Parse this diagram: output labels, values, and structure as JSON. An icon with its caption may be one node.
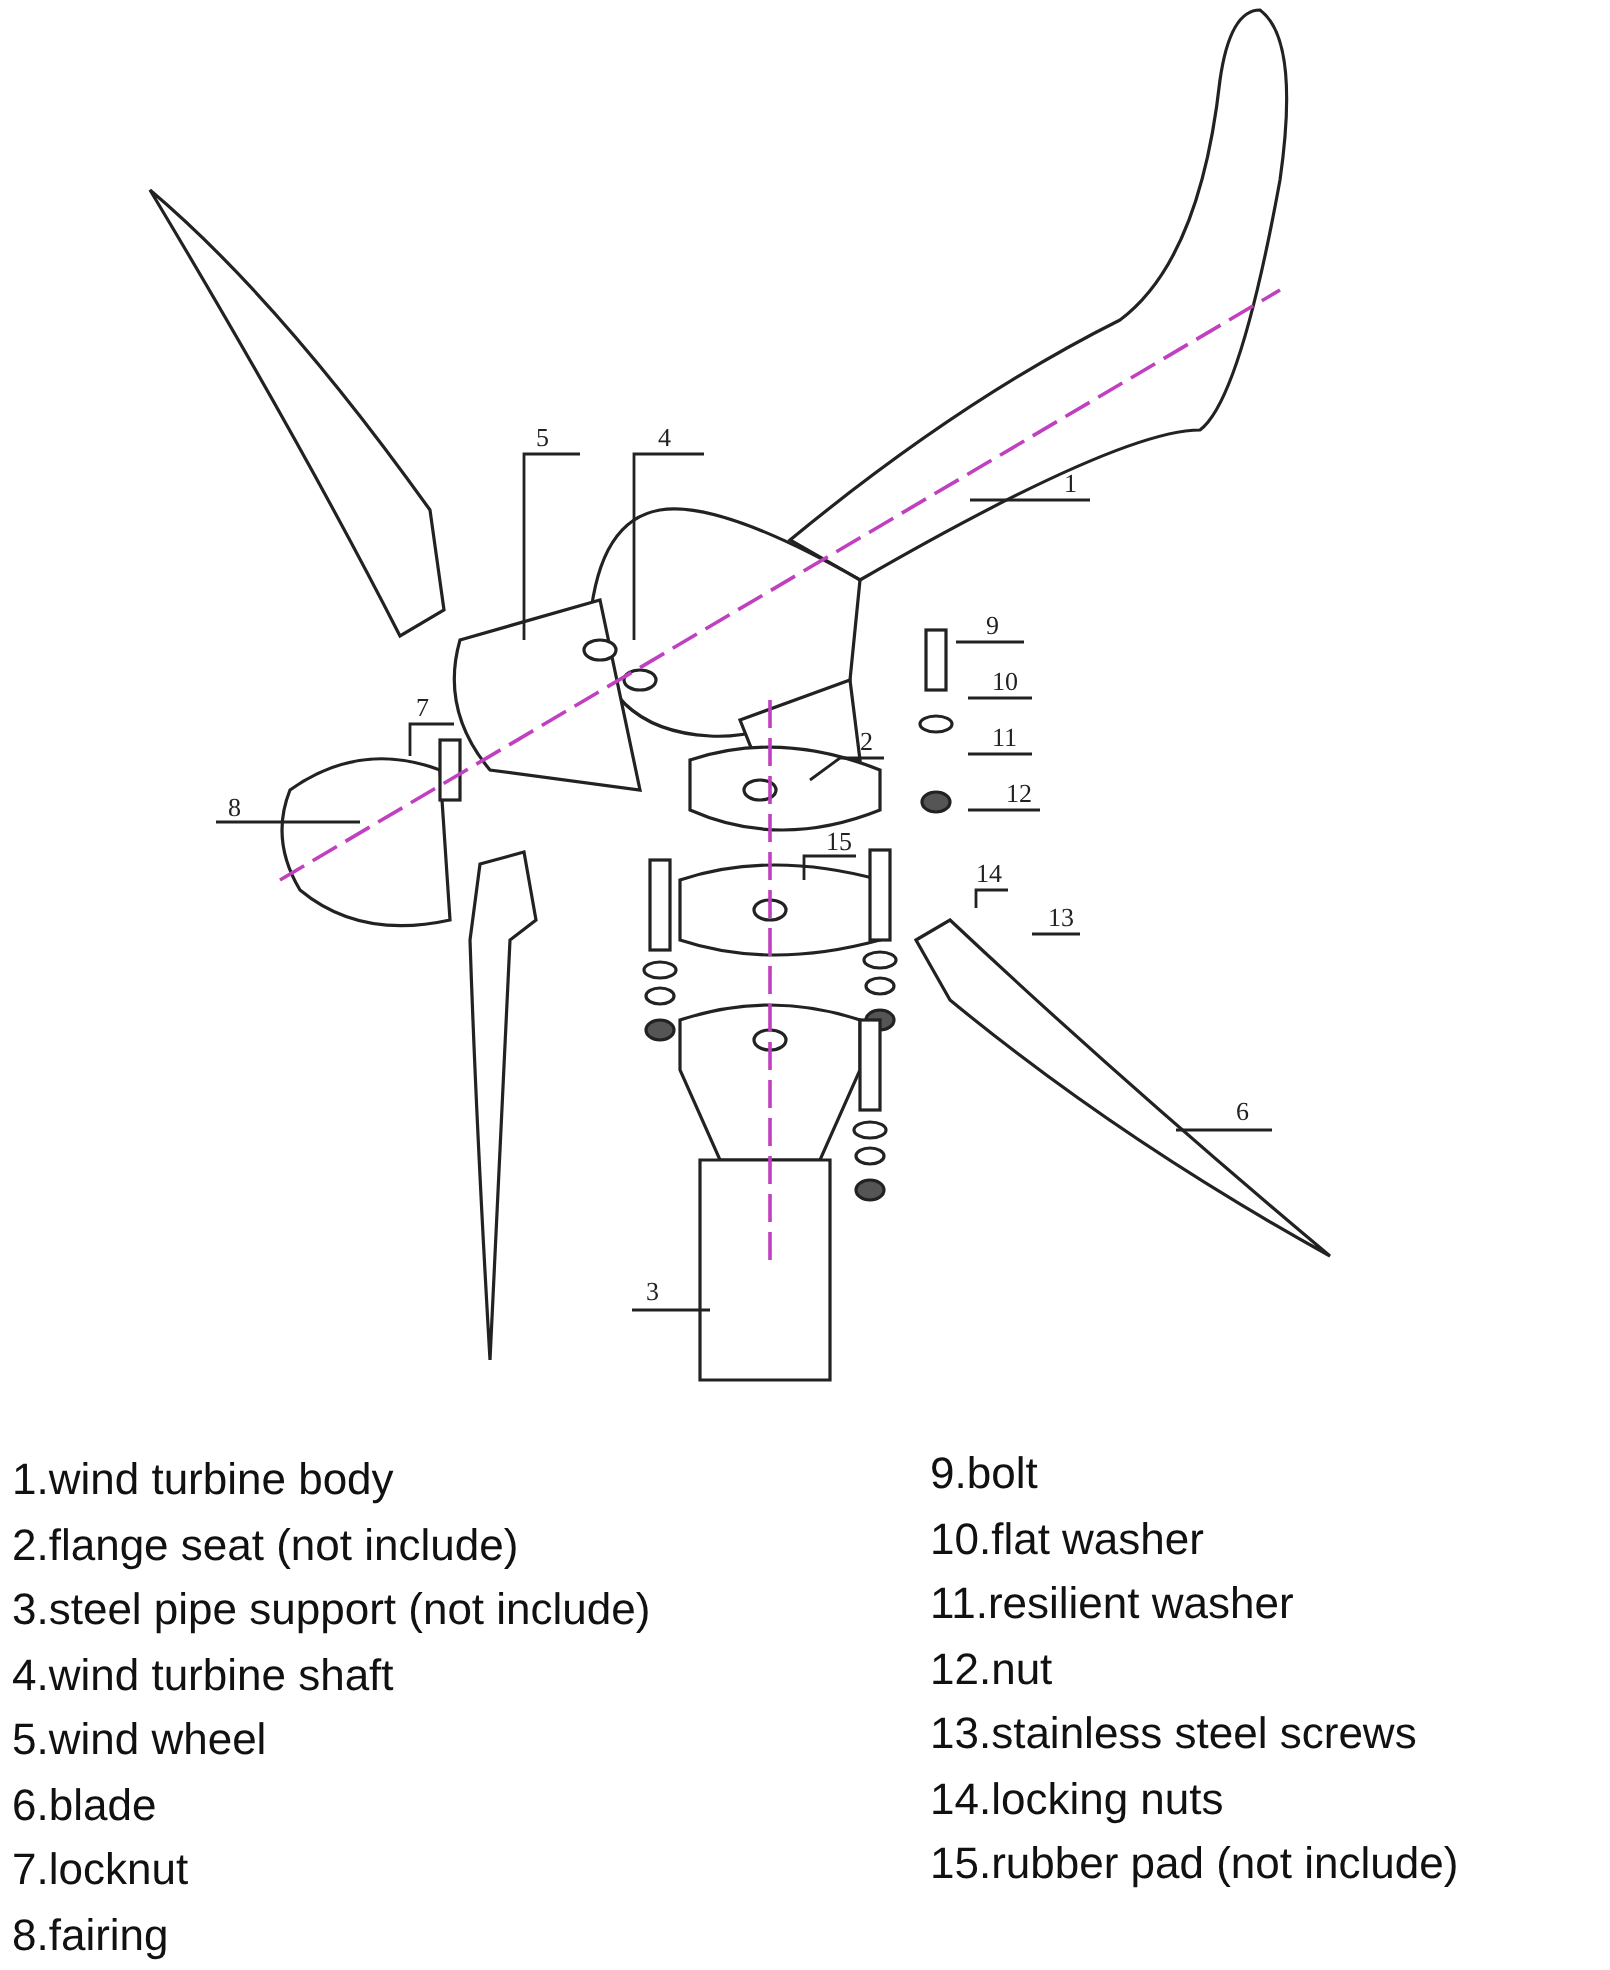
{
  "diagram": {
    "nodes": [
      {
        "text": [
          "5"
        ]
      },
      {
        "text": [
          "4"
        ]
      },
      {
        "text": [
          "1"
        ]
      },
      {
        "text": [
          "9"
        ]
      },
      {
        "text": [
          "10"
        ]
      },
      {
        "text": [
          "7"
        ]
      },
      {
        "text": [
          "2"
        ]
      },
      {
        "text": [
          "11"
        ]
      },
      {
        "text": [
          "8"
        ]
      },
      {
        "text": [
          "12"
        ]
      },
      {
        "text": [
          "15"
        ]
      },
      {
        "text": [
          "14"
        ]
      },
      {
        "text": [
          "13"
        ]
      },
      {
        "text": [
          "6"
        ]
      },
      {
        "text": [
          "3"
        ]
      }
    ],
    "edges": [
      {
        "from": 0,
        "to": null,
        "arrow": "none"
      },
      {
        "from": 1,
        "to": null,
        "arrow": "none"
      },
      {
        "from": 2,
        "to": null,
        "arrow": "none"
      },
      {
        "from": 3,
        "to": null,
        "arrow": "none"
      },
      {
        "from": 4,
        "to": null,
        "arrow": "none"
      },
      {
        "from": 5,
        "to": null,
        "arrow": "none"
      },
      {
        "from": 6,
        "to": null,
        "arrow": "none"
      },
      {
        "from": 7,
        "to": null,
        "arrow": "none"
      },
      {
        "from": 8,
        "to": null,
        "arrow": "none"
      },
      {
        "from": 9,
        "to": null,
        "arrow": "none"
      },
      {
        "from": 10,
        "to": null,
        "arrow": "none"
      },
      {
        "from": 11,
        "to": null,
        "arrow": "none"
      },
      {
        "from": 12,
        "to": null,
        "arrow": "none"
      },
      {
        "from": 13,
        "to": null,
        "arrow": "none"
      },
      {
        "from": 14,
        "to": null,
        "arrow": "none"
      }
    ],
    "labels": [
      "1.wind turbine body",
      "2.flange seat (not include)",
      "3.steel pipe support (not include)",
      "4.wind turbine shaft",
      "5.wind wheel",
      "6.blade",
      "7.locknut",
      "8.fairing",
      "9.bolt",
      "10.flat washer",
      "11.resilient washer",
      "12.nut",
      "13.stainless steel screws",
      "14.locking nuts",
      "15.rubber pad (not include)"
    ]
  }
}
